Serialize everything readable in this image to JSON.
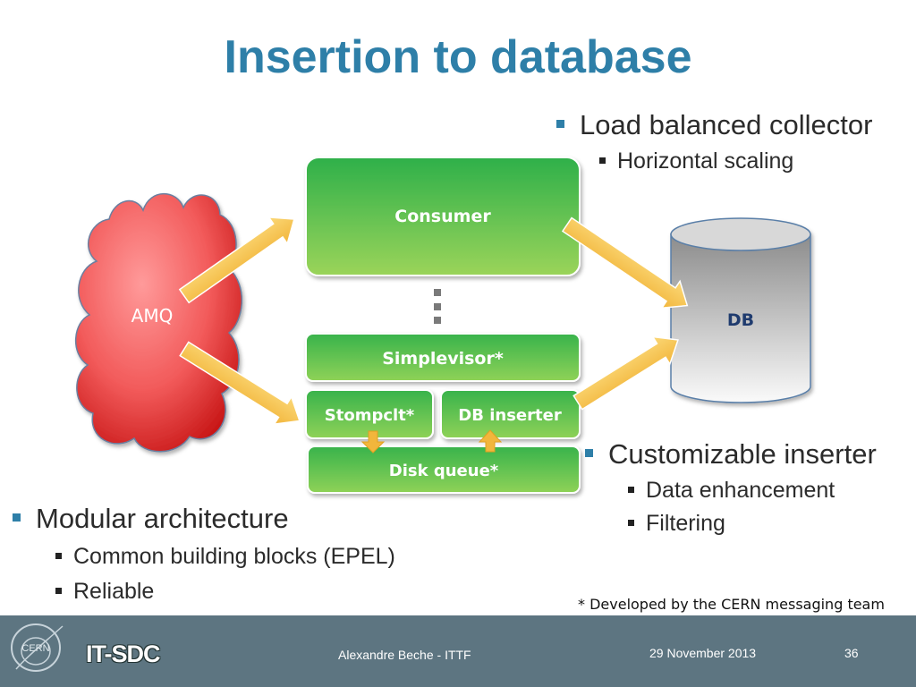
{
  "slide": {
    "title": "Insertion to database"
  },
  "bullets_top": {
    "heading": "Load balanced collector",
    "items": [
      "Horizontal scaling"
    ]
  },
  "bullets_right": {
    "heading": "Customizable inserter",
    "items": [
      "Data enhancement",
      "Filtering"
    ]
  },
  "bullets_left": {
    "heading": "Modular architecture",
    "items": [
      "Common building blocks (EPEL)",
      "Reliable"
    ]
  },
  "diagram": {
    "amq": "AMQ",
    "consumer": "Consumer",
    "ellipsis": "⋮",
    "simplevisor": "Simplevisor*",
    "stompclt": "Stompclt*",
    "db_inserter": "DB inserter",
    "disk_queue": "Disk queue*",
    "db": "DB",
    "colors": {
      "cloud_red": "#e34b4b",
      "box_green": "#5dbf3e",
      "arrow_yellow": "#f7c95a",
      "arrow_orange": "#f0b030",
      "db_grey": "#c9c9c9"
    }
  },
  "footnote": "* Developed by the CERN messaging team",
  "footer": {
    "logo_text": "CERN",
    "group": "IT-SDC",
    "presenter": "Alexandre Beche - ITTF",
    "date": "29 November 2013",
    "slide_number": "36"
  }
}
